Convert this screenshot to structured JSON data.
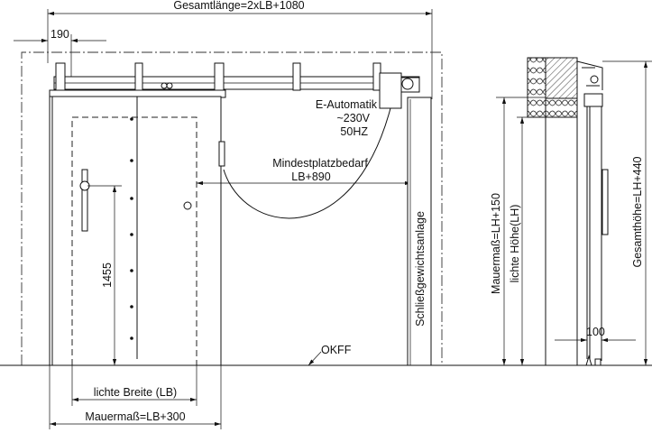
{
  "front_view": {
    "total_length": "Gesamtlänge=2xLB+1080",
    "offset_190": "190",
    "motor_label": "E-Automatik",
    "motor_voltage": "~230V",
    "motor_frequency": "50HZ",
    "min_space_label": "Mindestplatzbedarf",
    "min_space_value": "LB+890",
    "handle_height": "1455",
    "counterweight_label": "Schließgewichtsanlage",
    "floor_label": "OKFF",
    "clear_width": "lichte Breite (LB)",
    "wall_width": "Mauermaß=LB+300"
  },
  "side_view": {
    "wall_height": "Mauermaß=LH+150",
    "clear_height": "lichte Höhe(LH)",
    "total_height": "Gesamthöhe=LH+440",
    "depth_100": "100"
  }
}
